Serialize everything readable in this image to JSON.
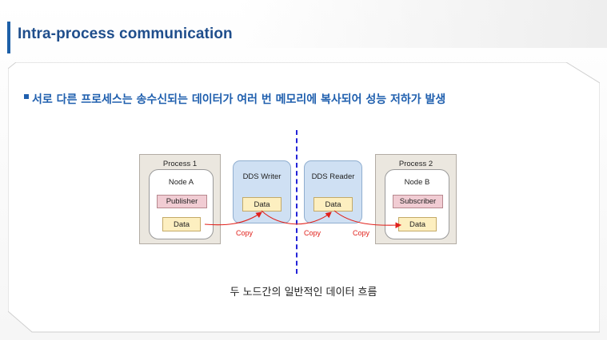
{
  "slide": {
    "title": "Intra-process communication",
    "bullet": "서로 다른 프로세스는 송수신되는 데이터가 여러 번 메모리에 복사되어 성능 저하가 발생",
    "caption": "두 노드간의 일반적인 데이터 흐름"
  },
  "diagram": {
    "process1": {
      "label": "Process 1",
      "node": "Node A",
      "role": "Publisher",
      "data": "Data"
    },
    "dds_writer": {
      "label": "DDS Writer",
      "data": "Data"
    },
    "dds_reader": {
      "label": "DDS Reader",
      "data": "Data"
    },
    "process2": {
      "label": "Process 2",
      "node": "Node B",
      "role": "Subscriber",
      "data": "Data"
    },
    "copy_labels": [
      "Copy",
      "Copy",
      "Copy"
    ]
  },
  "colors": {
    "title": "#1f4e8c",
    "accent": "#1f5fae",
    "copy_text": "#e1221c",
    "divider": "#2323d8"
  }
}
